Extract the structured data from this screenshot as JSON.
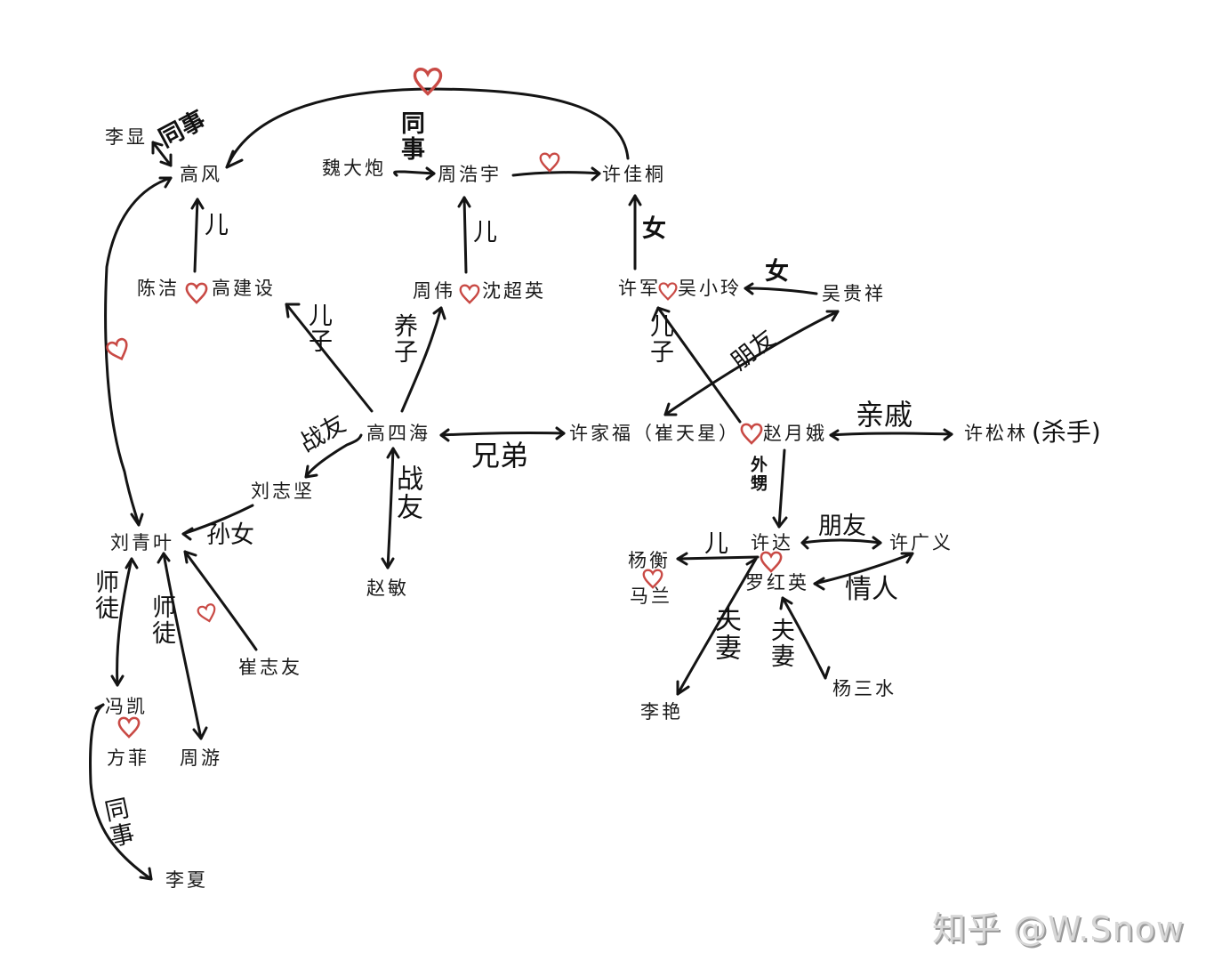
{
  "diagram": {
    "type": "character-relationship-map",
    "nodes": {
      "li_xian": "李显",
      "gao_feng": "高风",
      "wei_dapao": "魏大炮",
      "zhou_haoyu": "周浩宇",
      "xu_jiatong": "许佳桐",
      "chen_jie": "陈洁",
      "gao_jianshe": "高建设",
      "zhou_wei": "周伟",
      "shen_chaoying": "沈超英",
      "xu_jun": "许军",
      "wu_xiaoling": "吴小玲",
      "wu_guixiang": "吴贵祥",
      "gao_sihai": "高四海",
      "xu_jiafu": "许家福（崔天星）",
      "zhao_yue_e": "赵月娥",
      "xu_songlin": "许松林",
      "xu_songlin_note": "(杀手)",
      "liu_zhijian": "刘志坚",
      "liu_qingye": "刘青叶",
      "zhao_min": "赵敏",
      "cui_zhiyou": "崔志友",
      "feng_kai": "冯凯",
      "fang_fei": "方菲",
      "zhou_you": "周游",
      "li_xia": "李夏",
      "xu_da": "许达",
      "luo_hongying": "罗红英",
      "xu_guangyi": "许广义",
      "yang_heng": "杨衡",
      "ma_lan": "马兰",
      "li_yan": "李艳",
      "yang_sanshui": "杨三水"
    },
    "edge_labels": {
      "lixian_gaofeng": "同事",
      "weidapao_zhouhaoyu": "同事",
      "gaojianshe_gaofeng": "儿",
      "zhouwei_zhouhaoyu": "儿",
      "xujun_xujiatong": "女",
      "wuguixiang_wuxiaoling": "女",
      "gaosihai_gaojianshe": "儿子",
      "gaosihai_zhouwei": "养子",
      "xujiafu_xujun": "儿子",
      "xujiafu_wuguixiang": "朋友",
      "gaosihai_liuzhijian": "战友",
      "gaosihai_xujiafu": "兄弟",
      "gaosihai_zhaomin": "战友",
      "zhaoyuee_xusonglin": "亲戚",
      "zhaoyuee_xuda": "外甥",
      "liuzhijian_liuqingye": "孙女",
      "xuda_xuguangyi": "朋友",
      "xuda_yangheng": "儿",
      "xuguangyi_luohongying": "情人",
      "xuda_liyan": "夫妻",
      "luohongying_yangsanshui": "夫妻",
      "liuqingye_fengkai": "师徒",
      "liuqingye_zhouyou": "师徒",
      "fengkai_lixia": "同事"
    },
    "love_marks": [
      "高风♡许佳桐",
      "周浩宇♡许佳桐",
      "陈洁♡高建设",
      "周伟♡沈超英",
      "许军♡吴小玲",
      "许家福♡赵月娥",
      "许达♡罗红英",
      "杨衡♡马兰",
      "冯凯♡方菲",
      "高风♡刘青叶",
      "崔志友♡刘青叶"
    ],
    "heart_color": "#c94a45",
    "line_color": "#141414"
  },
  "watermark": "知乎 @W.Snow"
}
